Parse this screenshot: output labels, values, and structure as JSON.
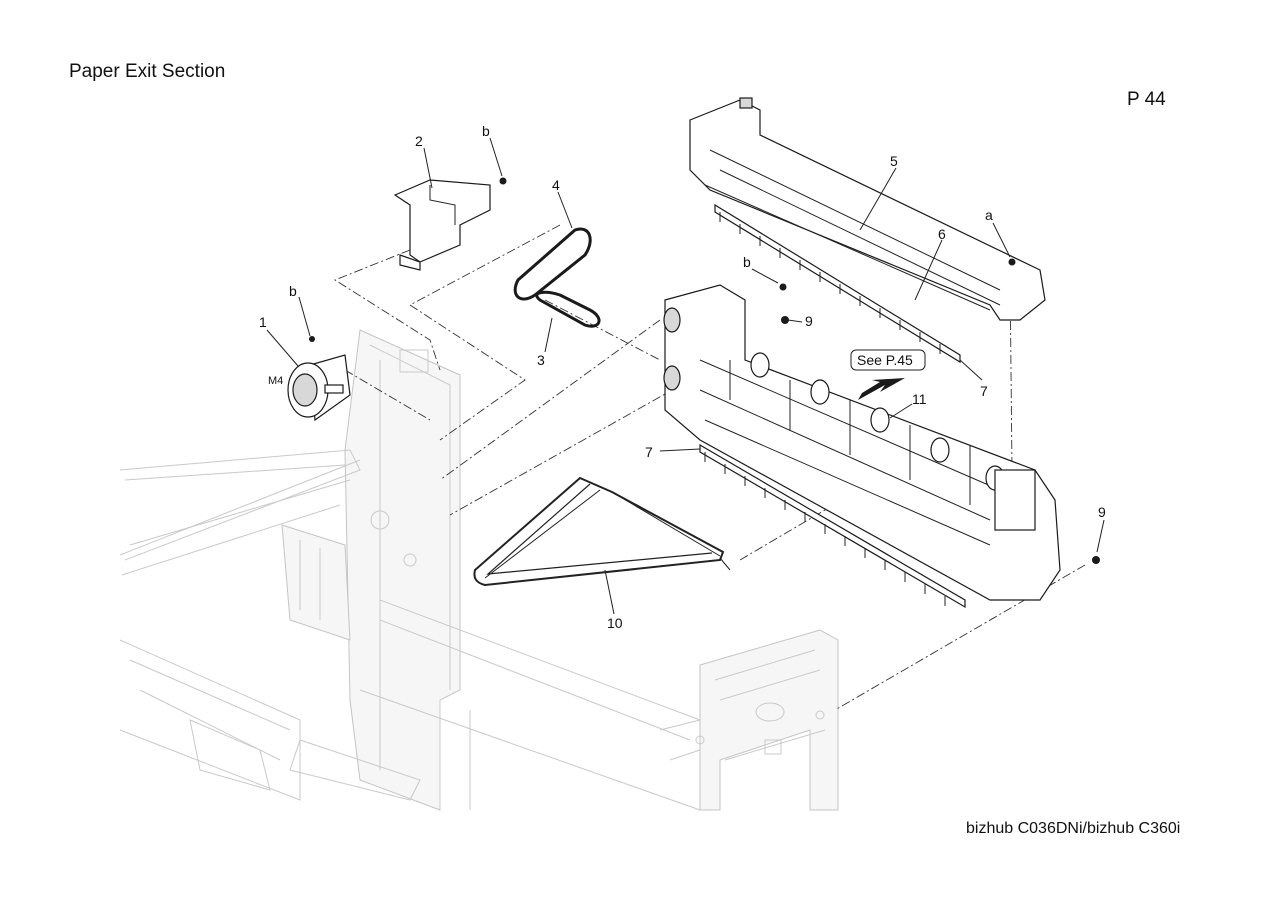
{
  "header": {
    "title": "Paper Exit Section",
    "page_number": "P 44"
  },
  "footer": {
    "model": "bizhub C036DNi/bizhub C360i"
  },
  "diagram": {
    "callouts": {
      "n1": "1",
      "n2": "2",
      "n3": "3",
      "n4": "4",
      "n5": "5",
      "n6": "6",
      "n7a": "7",
      "n7b": "7",
      "n9a": "9",
      "n9b": "9",
      "n10": "10",
      "n11": "11",
      "a": "a",
      "b1": "b",
      "b2": "b",
      "b3": "b",
      "motor": "M4"
    },
    "reference_box": "See P.45"
  }
}
